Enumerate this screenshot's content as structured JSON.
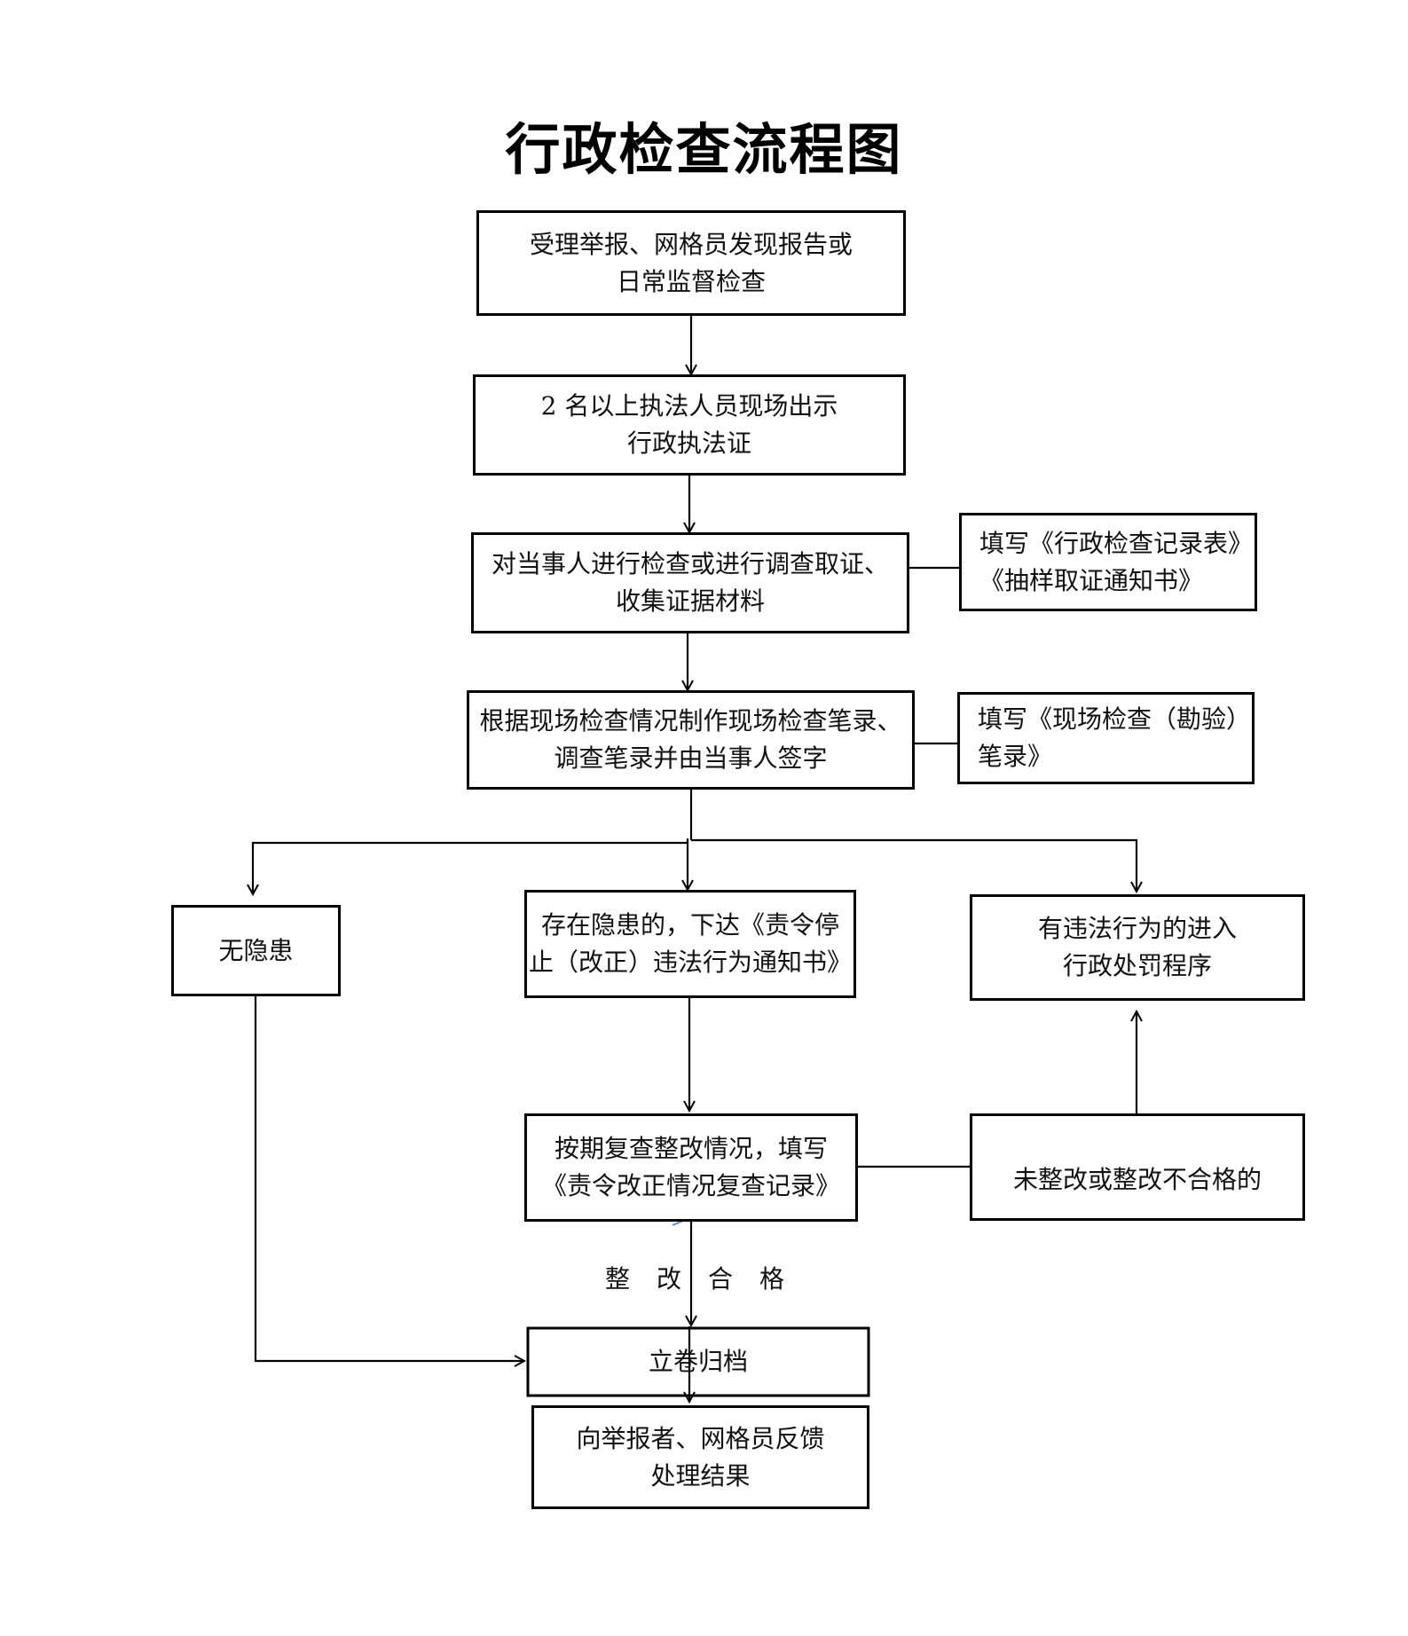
{
  "title": "行政检查流程图",
  "nodes": {
    "step1": [
      "受理举报、网格员发现报告或",
      "日常监督检查"
    ],
    "step2": [
      "2 名以上执法人员现场出示",
      "行政执法证"
    ],
    "step3": [
      "对当事人进行检查或进行调查取证、",
      "收集证据材料"
    ],
    "note3": [
      "填写《行政检查记录表》",
      "《抽样取证通知书》"
    ],
    "step4": [
      "根据现场检查情况制作现场检查笔录、",
      "调查笔录并由当事人签字"
    ],
    "note4": [
      "填写《现场检查（勘验）",
      "笔录》"
    ],
    "no_hazard": [
      "无隐患"
    ],
    "hazard": [
      "存在隐患的，下达《责令停",
      "止（改正）违法行为通知书》"
    ],
    "illegal": [
      "有违法行为的进入",
      "行政处罚程序"
    ],
    "recheck": [
      "按期复查整改情况，填写",
      "《责令改正情况复查记录》"
    ],
    "unqualified": [
      "未整改或整改不合格的"
    ],
    "archive": [
      "立卷归档"
    ],
    "feedback": [
      "向举报者、网格员反馈",
      "处理结果"
    ]
  },
  "edge_labels": {
    "qualified": "整改合格"
  },
  "colors": {
    "line": "#000000",
    "stray_mark": "#5b8fd6"
  }
}
